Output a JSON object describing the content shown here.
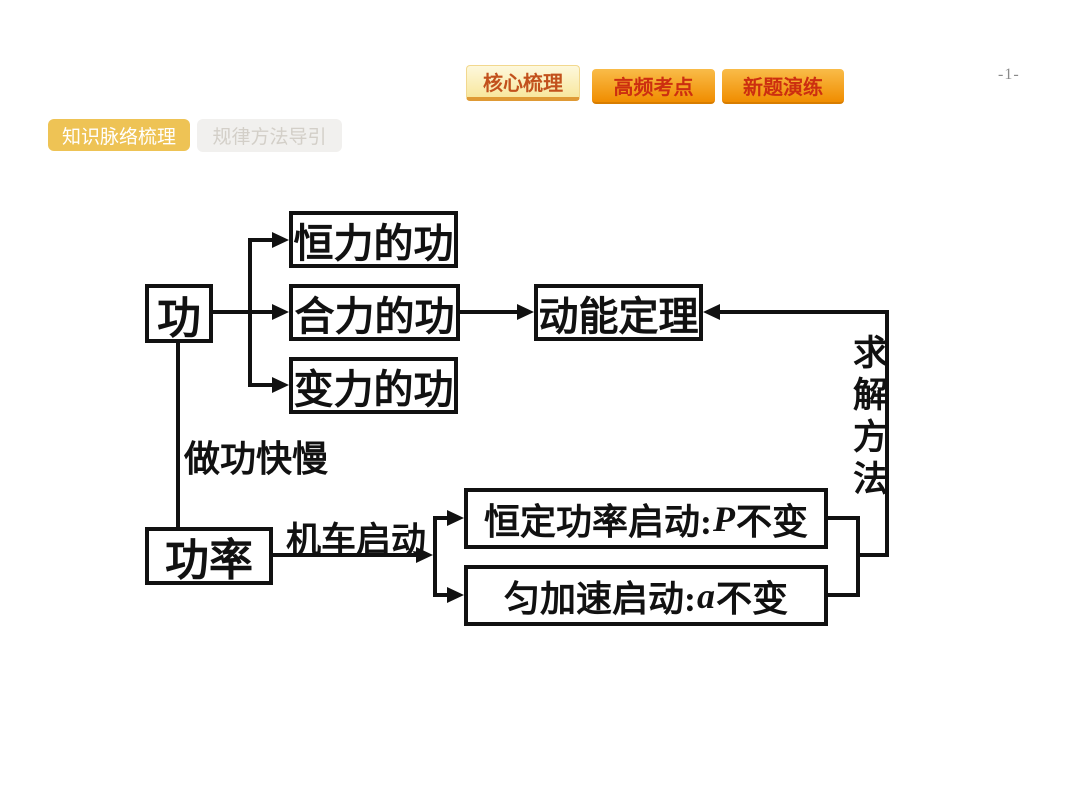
{
  "page": {
    "number": "-1-"
  },
  "nav_tabs": [
    {
      "label": "核心梳理",
      "active": true
    },
    {
      "label": "高频考点",
      "active": false
    },
    {
      "label": "新题演练",
      "active": false
    }
  ],
  "sub_tabs": [
    {
      "label": "知识脉络梳理",
      "active": true
    },
    {
      "label": "规律方法导引",
      "active": false
    }
  ],
  "diagram": {
    "nodes": {
      "gong": "功",
      "hengli": "恒力的功",
      "heli": "合力的功",
      "bianli": "变力的功",
      "dongneng": "动能定理",
      "gonglv": "功率",
      "hengding": {
        "prefix": "恒定功率启动:",
        "symbol": "P",
        "suffix": "不变"
      },
      "yunjiasu": {
        "prefix": "匀加速启动:",
        "symbol": "a",
        "suffix": "不变"
      }
    },
    "edge_labels": {
      "zuogong": "做功快慢",
      "jiche": "机车启动",
      "qiujie": "求解方法"
    }
  },
  "colors": {
    "active_tab_bg_top": "#fdf8dc",
    "active_tab_bg_bottom": "#f8e79e",
    "active_tab_underline": "#df9a35",
    "orange_btn_top": "#f9bc49",
    "orange_btn_bottom": "#f08d00",
    "btn_text_red": "#cc2e10",
    "subtab_active_bg": "#eec355",
    "subtab_inactive_bg": "#f1f0ee",
    "diagram_ink": "#111111",
    "page_number_gray": "#8a8a8a"
  }
}
